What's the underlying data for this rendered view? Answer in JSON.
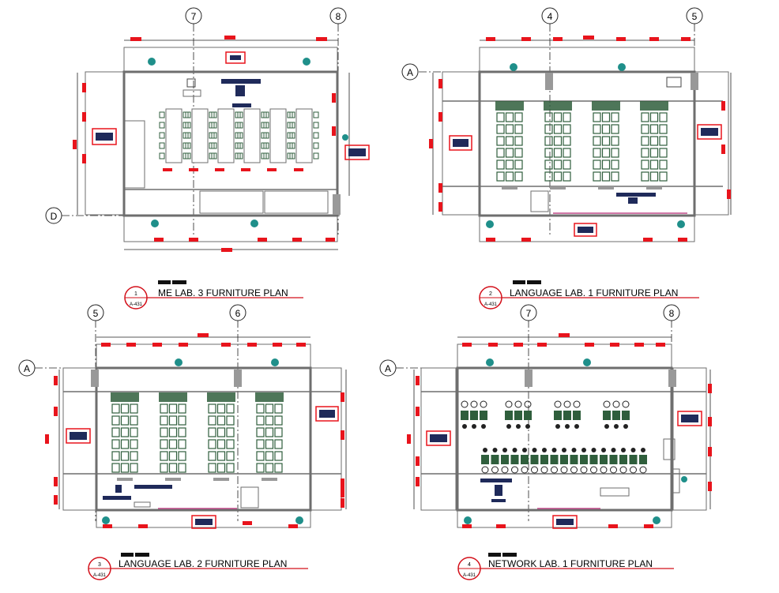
{
  "sheet_ref": "A-431",
  "colors": {
    "wall": "#6e6e6e",
    "dim": "#222222",
    "red_tag": "#e8141c",
    "navy": "#1f2a5a",
    "teal": "#1f8f8a",
    "chair_green": "#2f5e3c",
    "title_line": "#d3101a",
    "pink": "#c04a8a"
  },
  "plans": [
    {
      "number": "1",
      "title": "ME LAB. 3 FURNITURE PLAN",
      "grid_cols": [
        "7",
        "8"
      ],
      "grid_row": "D",
      "layout": "tables"
    },
    {
      "number": "2",
      "title": "LANGUAGE LAB. 1 FURNITURE PLAN",
      "grid_cols": [
        "4",
        "5"
      ],
      "grid_row": "A",
      "layout": "booths"
    },
    {
      "number": "3",
      "title": "LANGUAGE LAB. 2 FURNITURE PLAN",
      "grid_cols": [
        "5",
        "6"
      ],
      "grid_row": "A",
      "layout": "booths"
    },
    {
      "number": "4",
      "title": "NETWORK LAB. 1 FURNITURE PLAN",
      "grid_cols": [
        "7",
        "8"
      ],
      "grid_row": "A",
      "layout": "network"
    }
  ]
}
